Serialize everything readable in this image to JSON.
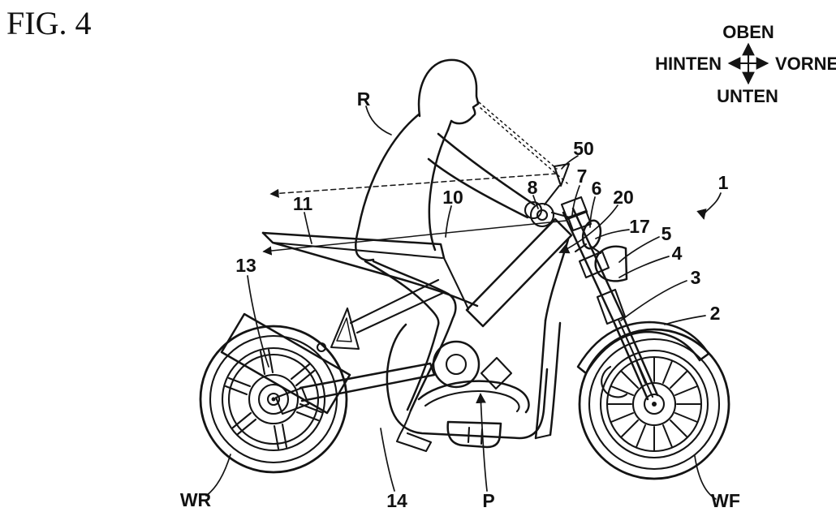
{
  "page": {
    "background_color": "#ffffff",
    "line_color": "#141414"
  },
  "figure": {
    "title": "FIG. 4",
    "compass": {
      "top": "OBEN",
      "bottom": "UNTEN",
      "left": "HINTEN",
      "right": "VORNE"
    },
    "part_labels": [
      {
        "text": "R"
      },
      {
        "text": "50"
      },
      {
        "text": "8"
      },
      {
        "text": "7"
      },
      {
        "text": "6"
      },
      {
        "text": "20"
      },
      {
        "text": "17"
      },
      {
        "text": "1"
      },
      {
        "text": "5"
      },
      {
        "text": "4"
      },
      {
        "text": "3"
      },
      {
        "text": "2"
      },
      {
        "text": "11"
      },
      {
        "text": "10"
      },
      {
        "text": "13"
      },
      {
        "text": "WR"
      },
      {
        "text": "14"
      },
      {
        "text": "P"
      },
      {
        "text": "WF"
      }
    ]
  }
}
